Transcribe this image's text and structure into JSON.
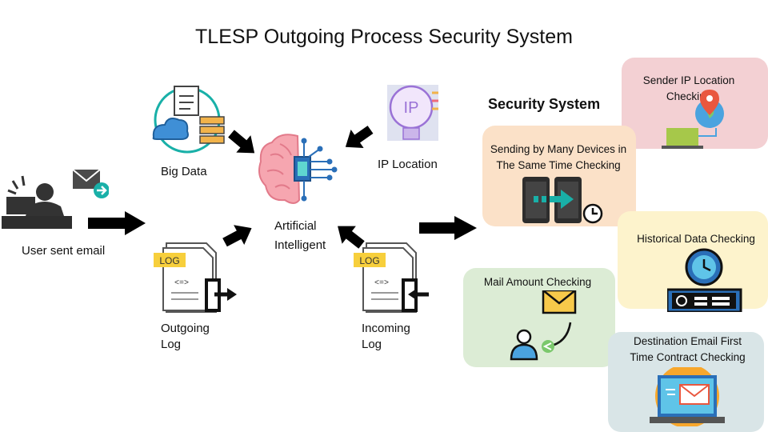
{
  "title": "TLESP Outgoing Process Security System",
  "nodes": {
    "user": "User sent email",
    "big_data": "Big Data",
    "ip_location": "IP Location",
    "ai_line1": "Artificial",
    "ai_line2": "Intelligent",
    "outgoing_line1": "Outgoing",
    "outgoing_line2": "Log",
    "incoming_line1": "Incoming",
    "incoming_line2": "Log",
    "log_tag": "LOG",
    "code_tag": "<=>"
  },
  "security": {
    "heading": "Security System",
    "checks": {
      "sender_ip": "Sender IP Location Checking",
      "many_devices": "Sending by Many Devices in\nThe Same Time Checking",
      "historical": "Historical Data Checking",
      "mail_amount": "Mail Amount Checking",
      "destination": "Destination Email First\nTime Contract Checking"
    }
  },
  "ip_bulb_text": "IP",
  "colors": {
    "sender_ip_card": "#f3d0d3",
    "many_devices_card": "#fbe1c8",
    "historical_card": "#fdf3cc",
    "mail_amount_card": "#dcecd5",
    "destination_card": "#d9e5e7",
    "arrow": "#000000",
    "brain_pink": "#f6a6b0",
    "accent_teal": "#19b0a8"
  }
}
